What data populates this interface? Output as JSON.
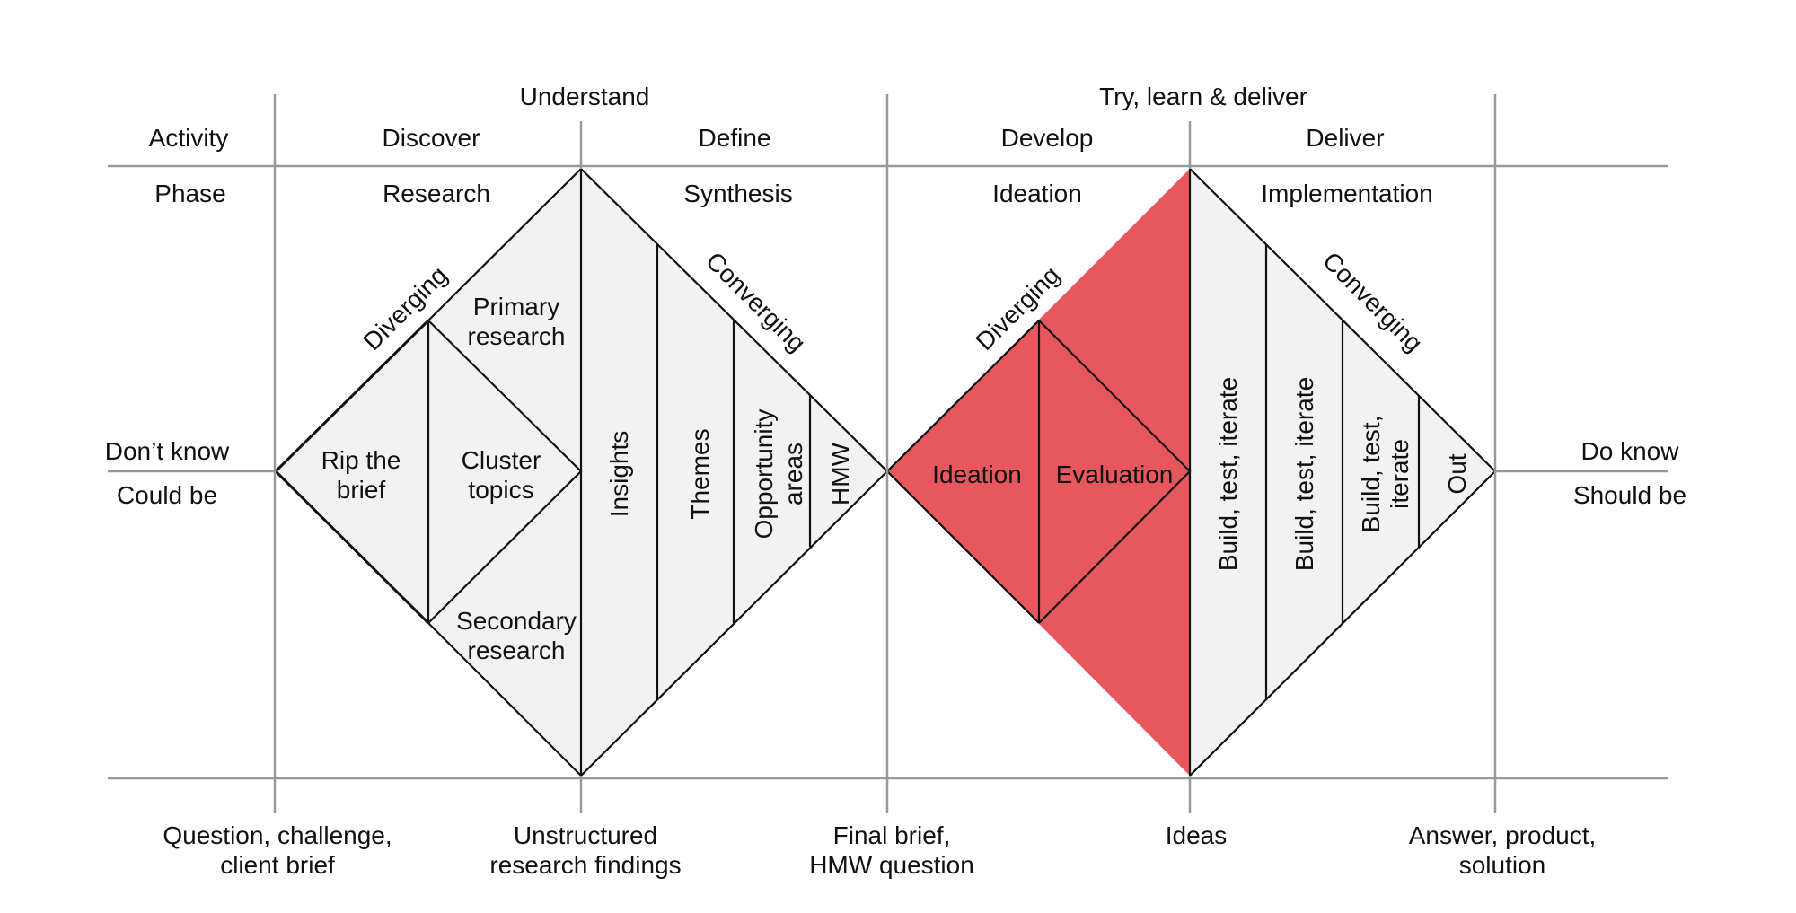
{
  "colors": {
    "grid": "#999999",
    "shape_fill": "#F2F2F2",
    "highlight": "#E8575E",
    "stroke": "#111111",
    "text": "#111111"
  },
  "header": {
    "groups": [
      "Understand",
      "Try, learn & deliver"
    ],
    "activity_label": "Activity",
    "activities": [
      "Discover",
      "Define",
      "Develop",
      "Deliver"
    ],
    "phase_label": "Phase",
    "phases": [
      "Research",
      "Synthesis",
      "Ideation",
      "Implementation"
    ]
  },
  "sides": {
    "left_top": "Don’t know",
    "left_bottom": "Could be",
    "right_top": "Do know",
    "right_bottom": "Should be"
  },
  "diamond1": {
    "diverging_label": "Diverging",
    "converging_label": "Converging",
    "rip": [
      "Rip the",
      "brief"
    ],
    "cluster": [
      "Cluster",
      "topics"
    ],
    "primary": [
      "Primary",
      "research"
    ],
    "secondary": [
      "Secondary",
      "research"
    ],
    "insights": "Insights",
    "themes": "Themes",
    "opportunity": [
      "Opportunity",
      "areas"
    ],
    "hmw": "HMW"
  },
  "diamond2": {
    "diverging_label": "Diverging",
    "converging_label": "Converging",
    "ideation": "Ideation",
    "evaluation": "Evaluation",
    "bti1": "Build, test, iterate",
    "bti2": "Build, test, iterate",
    "bti3": [
      "Build, test,",
      "iterate"
    ],
    "out": "Out"
  },
  "outputs": [
    [
      "Question, challenge,",
      "client brief"
    ],
    [
      "Unstructured",
      "research findings"
    ],
    [
      "Final brief,",
      "HMW question"
    ],
    [
      "Ideas"
    ],
    [
      "Answer, product,",
      "solution"
    ]
  ]
}
